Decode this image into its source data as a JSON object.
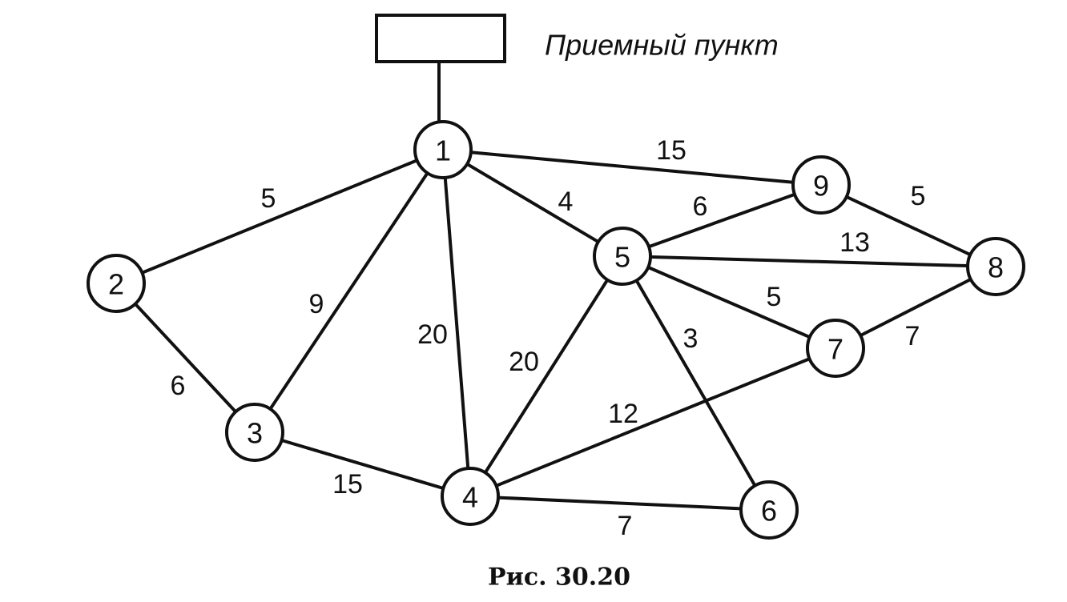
{
  "reception_point": {
    "label": "Приемный пункт"
  },
  "caption": "Рис. 30.20",
  "nodes": [
    {
      "id": "1",
      "label": "1"
    },
    {
      "id": "2",
      "label": "2"
    },
    {
      "id": "3",
      "label": "3"
    },
    {
      "id": "4",
      "label": "4"
    },
    {
      "id": "5",
      "label": "5"
    },
    {
      "id": "6",
      "label": "6"
    },
    {
      "id": "7",
      "label": "7"
    },
    {
      "id": "8",
      "label": "8"
    },
    {
      "id": "9",
      "label": "9"
    }
  ],
  "edges": [
    {
      "from": "1",
      "to": "2",
      "weight": "5"
    },
    {
      "from": "1",
      "to": "3",
      "weight": "9"
    },
    {
      "from": "1",
      "to": "4",
      "weight": "20"
    },
    {
      "from": "1",
      "to": "5",
      "weight": "4"
    },
    {
      "from": "1",
      "to": "9",
      "weight": "15"
    },
    {
      "from": "2",
      "to": "3",
      "weight": "6"
    },
    {
      "from": "3",
      "to": "4",
      "weight": "15"
    },
    {
      "from": "4",
      "to": "5",
      "weight": "20"
    },
    {
      "from": "4",
      "to": "6",
      "weight": "7"
    },
    {
      "from": "4",
      "to": "7",
      "weight": "12"
    },
    {
      "from": "5",
      "to": "6",
      "weight": "3"
    },
    {
      "from": "5",
      "to": "7",
      "weight": "5"
    },
    {
      "from": "5",
      "to": "8",
      "weight": "13"
    },
    {
      "from": "5",
      "to": "9",
      "weight": "6"
    },
    {
      "from": "7",
      "to": "8",
      "weight": "7"
    },
    {
      "from": "9",
      "to": "8",
      "weight": "5"
    }
  ]
}
